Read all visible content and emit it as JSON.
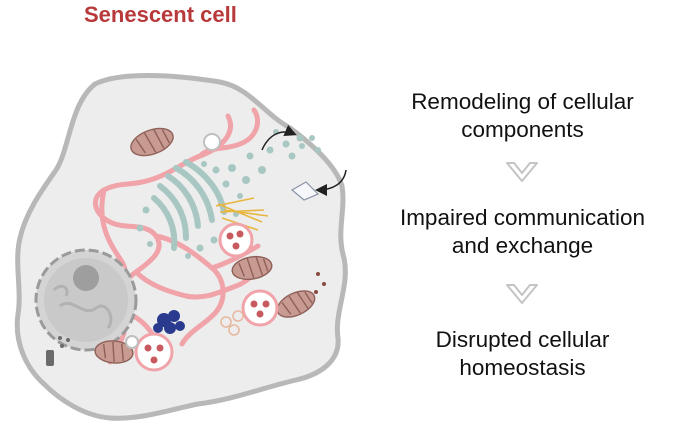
{
  "title": "Senescent cell",
  "colors": {
    "title": "#b8393a",
    "cell_fill": "#ededed",
    "cell_outline": "#b8b8b8",
    "er_membrane": "#f0a3a8",
    "golgi": "#a9c7c2",
    "mitochondria": "#c89b92",
    "nucleus": "#c9c9c9",
    "protein_aggregate": "#2a3b8f",
    "chevron": "#c4c4c4"
  },
  "cell_parts": [
    "nucleus-icon",
    "nucleolus-icon",
    "endoplasmic-reticulum-icon",
    "golgi-apparatus-icon",
    "vesicle-icon",
    "mitochondrion-icon",
    "lysosome-icon",
    "protein-aggregate-icon",
    "cytoskeleton-icon",
    "secretion-arrow-icon",
    "uptake-arrow-icon",
    "receptor-icon"
  ],
  "steps": [
    {
      "lines": [
        "Remodeling of cellular",
        "components"
      ]
    },
    {
      "lines": [
        "Impaired communication",
        "and exchange"
      ]
    },
    {
      "lines": [
        "Disrupted cellular",
        "homeostasis"
      ]
    }
  ],
  "flow_icon": "chevron-down-icon"
}
